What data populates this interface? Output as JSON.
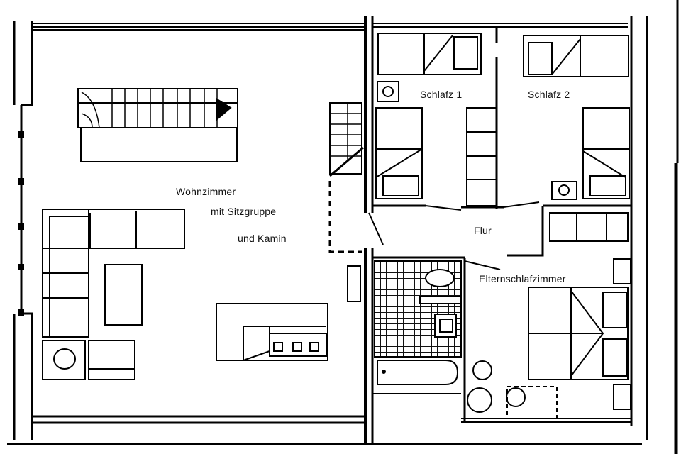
{
  "diagram": {
    "type": "floor-plan",
    "colors": {
      "ink": "#000000",
      "paper": "#ffffff",
      "tile": "#222222"
    },
    "rooms": [
      {
        "id": "wohnzimmer",
        "label_lines": [
          "Wohnzimmer",
          "mit Sitzgruppe",
          "und Kamin"
        ]
      },
      {
        "id": "schlafz1",
        "label": "Schlafz 1"
      },
      {
        "id": "schlafz2",
        "label": "Schlafz 2"
      },
      {
        "id": "flur",
        "label": "Flur"
      },
      {
        "id": "elternschlafzimmer",
        "label": "Elternschlafzimmer"
      },
      {
        "id": "bad",
        "label": ""
      }
    ],
    "furniture": [
      "staircase-main",
      "staircase-small",
      "corner-sofa",
      "coffee-table",
      "armchair",
      "side-table-round",
      "fireplace-kamin",
      "bed-schlafz1-a",
      "bed-schlafz1-b",
      "wardrobe-schlafz1",
      "bed-schlafz2-a",
      "bed-schlafz2-b",
      "shelf-flur",
      "double-bed",
      "nightstands",
      "bathtub",
      "toilet",
      "washbasin",
      "table-round",
      "chairs"
    ]
  }
}
